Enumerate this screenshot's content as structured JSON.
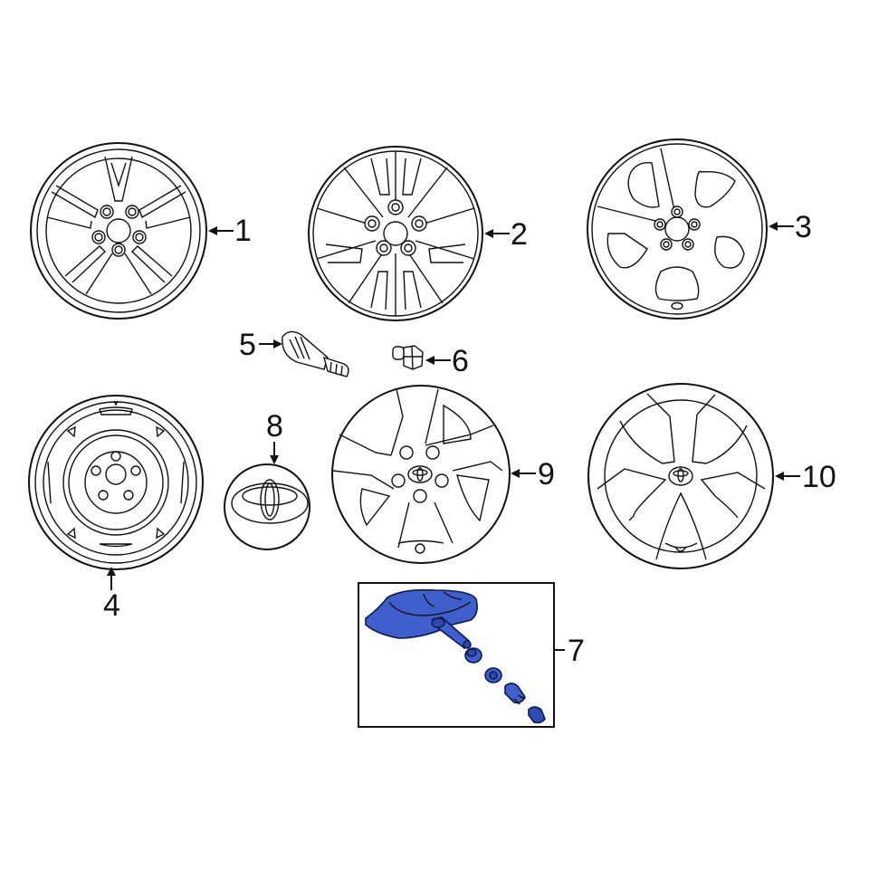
{
  "diagram": {
    "type": "exploded-parts-diagram",
    "subject": "Wheels, wheel covers and tire pressure monitoring components",
    "highlight_color": "#3f5fcc",
    "line_color": "#111111",
    "background": "#ffffff",
    "parts": [
      {
        "number": "1",
        "label": "1",
        "description": "alloy-wheel-split-5-spoke"
      },
      {
        "number": "2",
        "label": "2",
        "description": "alloy-wheel-10-spoke"
      },
      {
        "number": "3",
        "label": "3",
        "description": "alloy-wheel-5-spoke"
      },
      {
        "number": "4",
        "label": "4",
        "description": "steel-spare-wheel"
      },
      {
        "number": "5",
        "label": "5",
        "description": "valve-stem"
      },
      {
        "number": "6",
        "label": "6",
        "description": "lug-nut"
      },
      {
        "number": "7",
        "label": "7",
        "description": "tpms-sensor-kit",
        "highlighted": true
      },
      {
        "number": "8",
        "label": "8",
        "description": "center-cap-with-logo"
      },
      {
        "number": "9",
        "label": "9",
        "description": "wheel-cover-5-spoke"
      },
      {
        "number": "10",
        "label": "10",
        "description": "wheel-cover-5-spoke-curved"
      }
    ]
  }
}
